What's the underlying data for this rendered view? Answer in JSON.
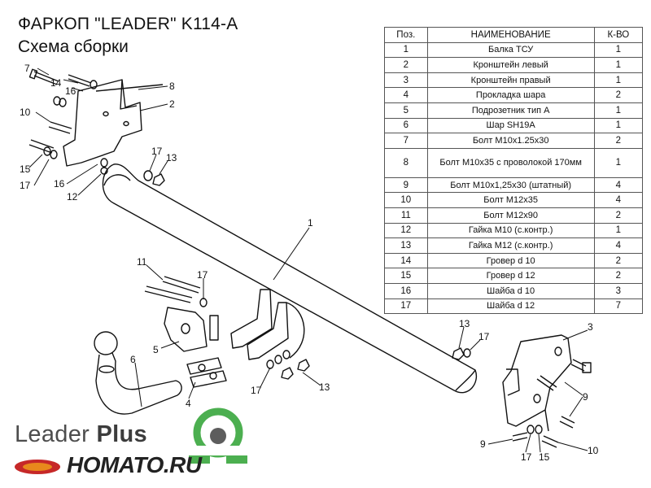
{
  "header": {
    "title": "ФАРКОП \"LEADER\" K114-A",
    "subtitle": "Схема сборки"
  },
  "parts_table": {
    "columns": [
      "Поз.",
      "НАИМЕНОВАНИЕ",
      "К-ВО"
    ],
    "rows": [
      {
        "pos": "1",
        "name": "Балка ТСУ",
        "qty": "1"
      },
      {
        "pos": "2",
        "name": "Кронштейн левый",
        "qty": "1"
      },
      {
        "pos": "3",
        "name": "Кронштейн правый",
        "qty": "1"
      },
      {
        "pos": "4",
        "name": "Прокладка шара",
        "qty": "2"
      },
      {
        "pos": "5",
        "name": "Подрозетник тип А",
        "qty": "1"
      },
      {
        "pos": "6",
        "name": "Шар SH19A",
        "qty": "1"
      },
      {
        "pos": "7",
        "name": "Болт М10х1.25х30",
        "qty": "2"
      },
      {
        "pos": "8",
        "name": "Болт М10х35 с проволокой 170мм",
        "qty": "1"
      },
      {
        "pos": "9",
        "name": "Болт М10х1,25х30 (штатный)",
        "qty": "4"
      },
      {
        "pos": "10",
        "name": "Болт М12х35",
        "qty": "4"
      },
      {
        "pos": "11",
        "name": "Болт М12х90",
        "qty": "2"
      },
      {
        "pos": "12",
        "name": "Гайка  М10 (с.контр.)",
        "qty": "1"
      },
      {
        "pos": "13",
        "name": "Гайка М12 (с.контр.)",
        "qty": "4"
      },
      {
        "pos": "14",
        "name": "Гровер d 10",
        "qty": "2"
      },
      {
        "pos": "15",
        "name": "Гровер d 12",
        "qty": "2"
      },
      {
        "pos": "16",
        "name": "Шайба d 10",
        "qty": "3"
      },
      {
        "pos": "17",
        "name": "Шайба d 12",
        "qty": "7"
      }
    ]
  },
  "callouts": {
    "c7": "7",
    "c14": "14",
    "c16a": "16",
    "c8": "8",
    "c2": "2",
    "c10a": "10",
    "c15a": "15",
    "c17a": "17",
    "c16b": "16",
    "c12": "12",
    "c17b": "17",
    "c13a": "13",
    "c1": "1",
    "c11": "11",
    "c17c": "17",
    "c5": "5",
    "c6": "6",
    "c4": "4",
    "c17d": "17",
    "c13b": "13",
    "c13c": "13",
    "c17e": "17",
    "c3": "3",
    "c9a": "9",
    "c9b": "9",
    "c17f": "17",
    "c15b": "15",
    "c10b": "10"
  },
  "branding": {
    "brand_name": "Leader",
    "brand_bold": "Plus",
    "site": "HOMATO.RU"
  },
  "colors": {
    "logo_green": "#4caf50",
    "logo_orange": "#e8891c",
    "logo_red": "#c62828"
  }
}
